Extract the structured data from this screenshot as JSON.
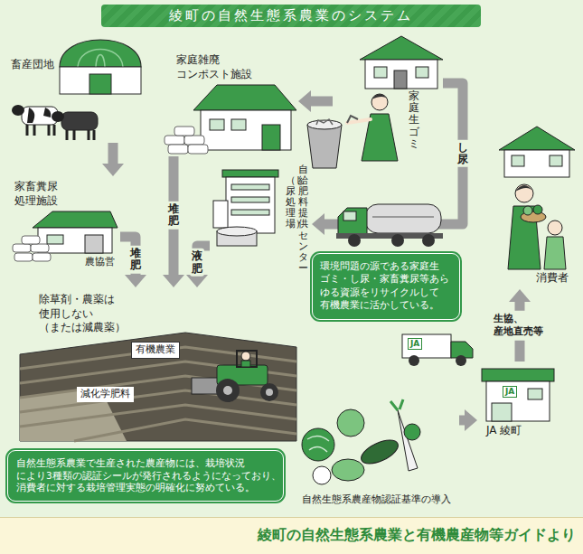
{
  "diagram": {
    "title": "綾町の自然生態系農業のシステム",
    "caption": "綾町の自然生態系農業と有機農産物等ガイドより",
    "nodes": [
      {
        "text": [
          "畜産団地"
        ]
      },
      {
        "text": [
          "家庭雑廃 コンポスト施設"
        ]
      },
      {
        "text": [
          "家庭生ゴミ"
        ]
      },
      {
        "text": [
          "自給肥料提供センター",
          "（し尿処理場）"
        ]
      },
      {
        "text": [
          "家畜糞尿 処理施設",
          "農協営"
        ]
      },
      {
        "text": [
          "環境問題の源である家庭生 ゴミ・し尿・家畜糞尿等あら ゆる資源をリサイクルして 有機農業に活かしている。"
        ]
      },
      {
        "text": [
          "消費者"
        ]
      },
      {
        "text": [
          "除草剤・農薬は 使用しない （または減農薬）"
        ]
      },
      {
        "text": [
          "有機農業"
        ],
        "in": 7
      },
      {
        "text": [
          "減化学肥料"
        ],
        "in": 7
      },
      {
        "text": [
          "JA 綾町"
        ]
      },
      {
        "text": [
          "自然生態系農産物認証基準の導入"
        ]
      },
      {
        "text": [
          "自然生態系農業で生産された農産物には、栽培状況 により3種類の認証シールが発行されるようになっており、 消費者に対する栽培管理実態の明確化に努めている。"
        ]
      }
    ],
    "edges": [
      {
        "from": 0,
        "to": 4,
        "arrow": "to"
      },
      {
        "from": 2,
        "to": 1,
        "arrow": "to"
      },
      {
        "from": 2,
        "to": 3,
        "label": "し尿",
        "arrow": "to"
      },
      {
        "from": 1,
        "to": 7,
        "label": "堆肥",
        "arrow": "to"
      },
      {
        "from": 4,
        "to": 7,
        "label": "堆肥",
        "arrow": "to"
      },
      {
        "from": 3,
        "to": 7,
        "label": "液肥",
        "arrow": "to"
      },
      {
        "from": 11,
        "to": 10,
        "arrow": "to"
      },
      {
        "from": 10,
        "to": 6,
        "label": "生協、 産地直売等",
        "arrow": "to"
      }
    ],
    "labels": [
      "JA",
      "JA"
    ]
  }
}
